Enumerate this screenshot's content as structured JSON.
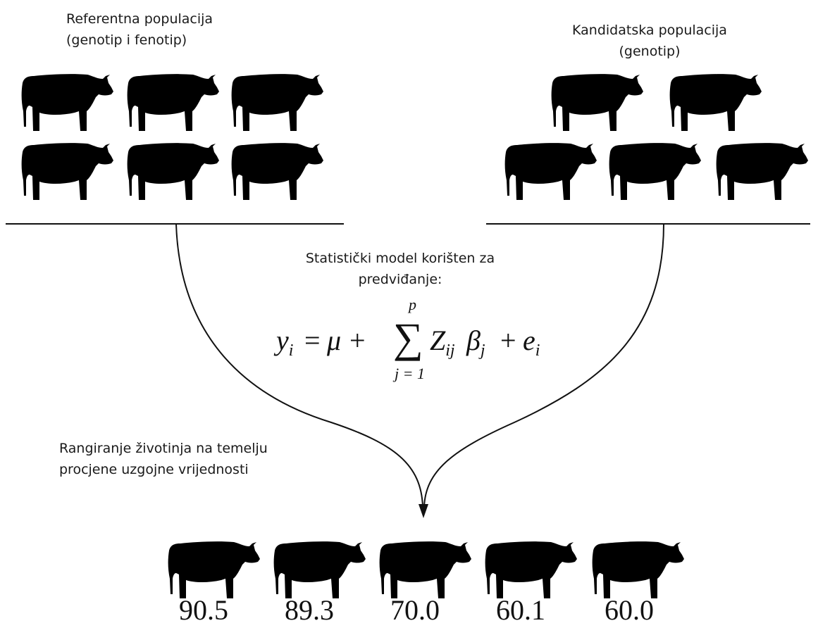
{
  "reference_population": {
    "label_line1": "Referentna populacija",
    "label_line2": "(genotip i fenotip)"
  },
  "candidate_population": {
    "label_line1": "Kandidatska populacija",
    "label_line2": "(genotip)"
  },
  "model": {
    "label_line1": "Statistički model korišten za",
    "label_line2": "predviđanje:",
    "formula": {
      "lhs": "y",
      "lhs_sub": "i",
      "equals": "=",
      "mu": "μ",
      "plus1": "+",
      "sum_symbol": "∑",
      "sum_upper": "p",
      "sum_lower": "j = 1",
      "term_z": "Z",
      "term_z_sub": "ij",
      "term_beta": "β",
      "term_beta_sub": "j",
      "plus2": "+",
      "error": "e",
      "error_sub": "i"
    }
  },
  "ranking": {
    "label_line1": "Rangiranje životinja na temelju",
    "label_line2": "procjene uzgojne vrijednosti",
    "scores": [
      "90.5",
      "89.3",
      "70.0",
      "60.1",
      "60.0"
    ]
  },
  "icons": {
    "animal": "cow-silhouette-icon"
  }
}
